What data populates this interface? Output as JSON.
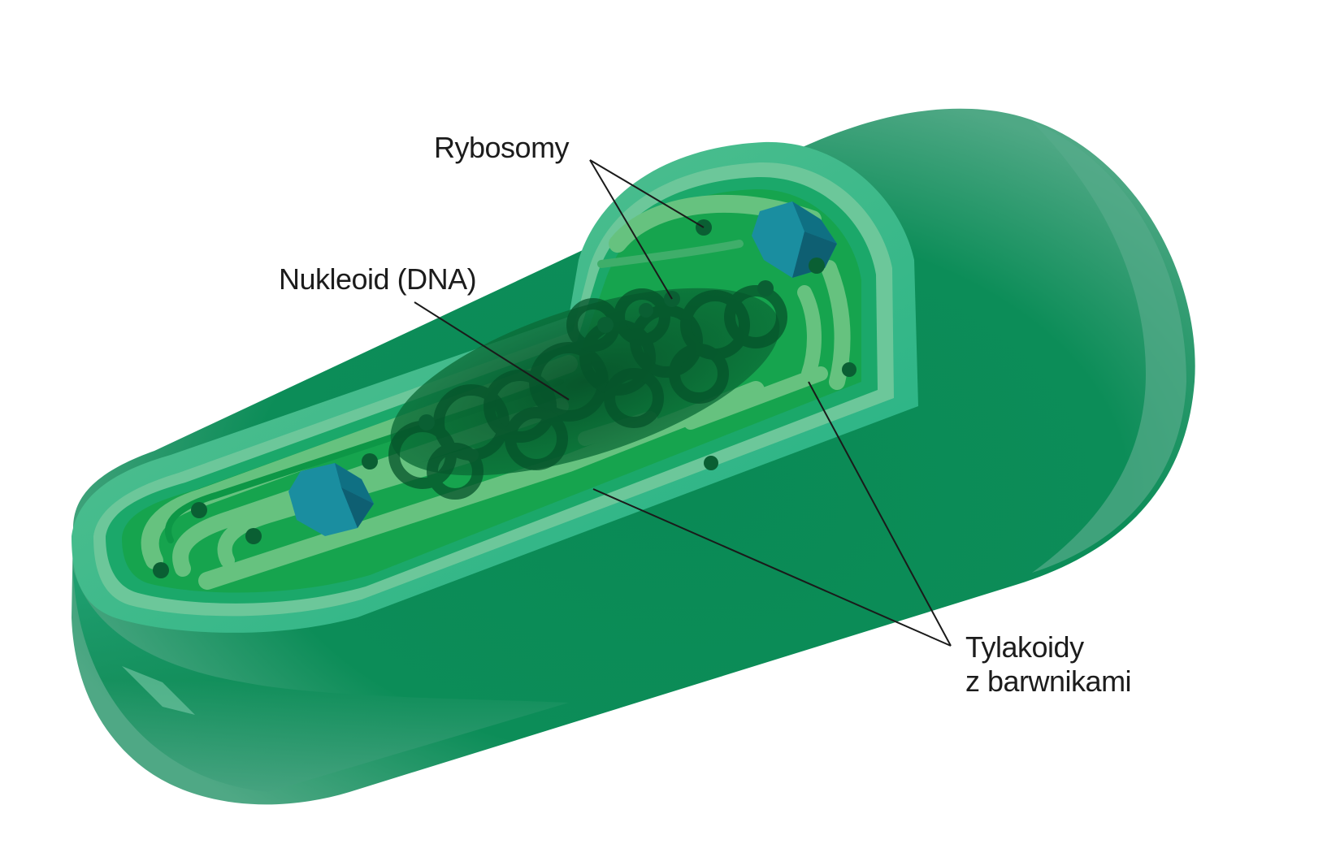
{
  "diagram": {
    "subject": "Cyanobacterium cell cross-section",
    "colors": {
      "outer_wall": "#4fa885",
      "outer_wall_dark": "#0b8a55",
      "cut_rim": "#22b98a",
      "cut_rim_light": "#6cc79a",
      "cytoplasm": "#16a44e",
      "thylakoid": "#66c27f",
      "thylakoid_gap": "#0d9746",
      "nucleoid": "#075f30",
      "ribosome": "#0a5f33",
      "carboxysome": "#1a8ea0",
      "carboxysome_dark": "#0e5f72",
      "leader_line": "#1a1a1a"
    },
    "labels": {
      "ribosomes": "Rybosomy",
      "nucleoid": "Nukleoid (DNA)",
      "thylakoids_line1": "Tylakoidy",
      "thylakoids_line2": "z barwnikami"
    }
  }
}
